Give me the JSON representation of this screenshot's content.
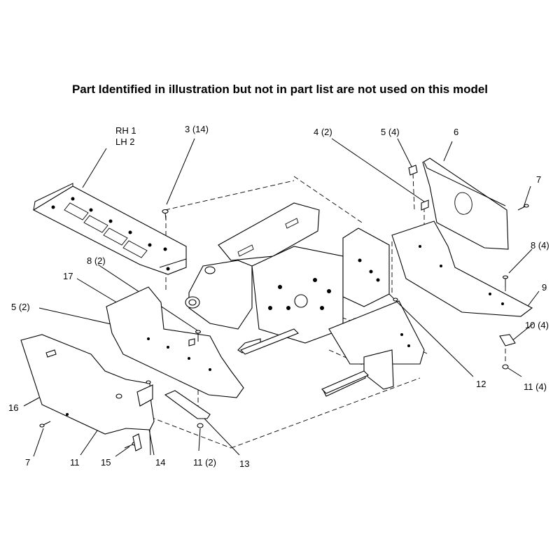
{
  "title": "Part Identified in illustration but not in part list are not used on this model",
  "callouts": {
    "rh1": "RH 1",
    "lh2": "LH 2",
    "c3": "3 (14)",
    "c4": "4 (2)",
    "c5top": "5 (4)",
    "c6": "6",
    "c7right": "7",
    "c8right": "8 (4)",
    "c9": "9",
    "c10": "10 (4)",
    "c11right": "11 (4)",
    "c12": "12",
    "c13": "13",
    "c11mid": "11 (2)",
    "c14": "14",
    "c15": "15",
    "c11left": "11",
    "c7left": "7",
    "c16": "16",
    "c5left": "5 (2)",
    "c17": "17",
    "c8left": "8 (2)"
  }
}
